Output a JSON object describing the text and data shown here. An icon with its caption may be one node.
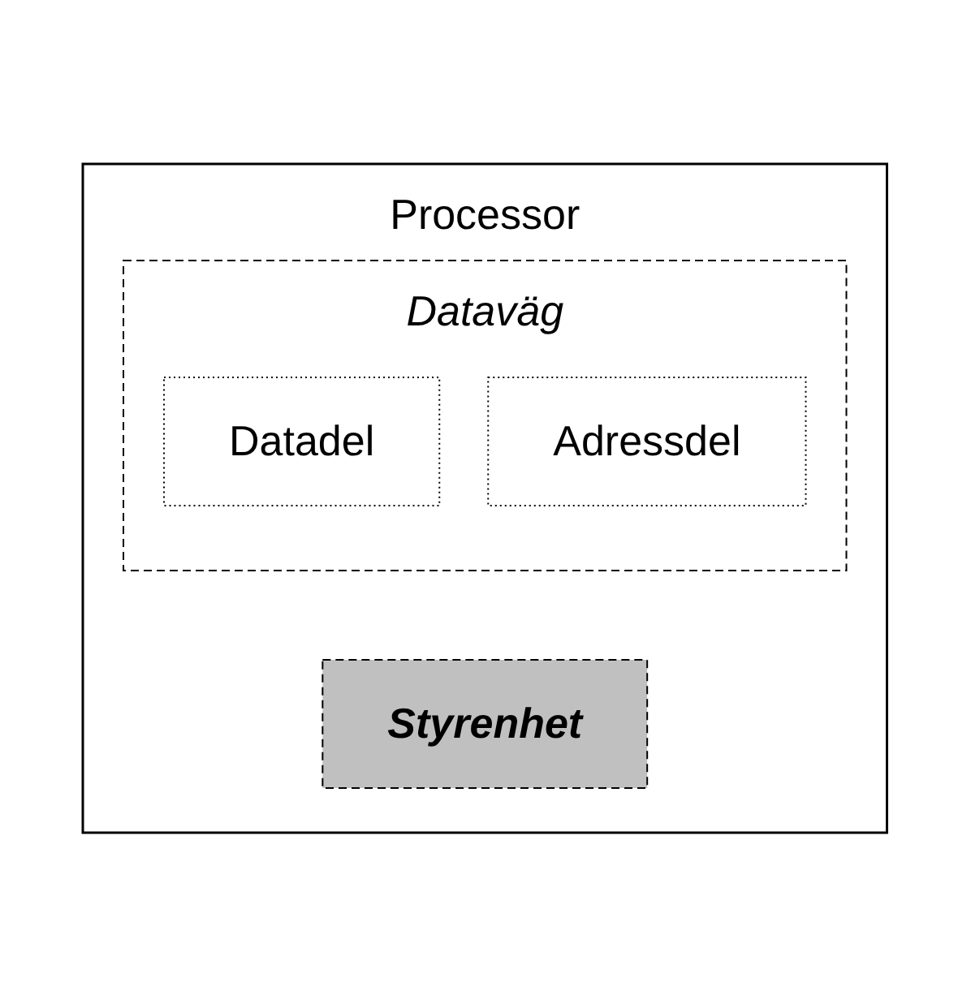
{
  "diagram": {
    "nodes": [
      {
        "text": [
          "Processor"
        ]
      },
      {
        "text": [
          "Dataväg"
        ],
        "in": 0
      },
      {
        "text": [
          "Datadel"
        ],
        "in": 1
      },
      {
        "text": [
          "Adressdel"
        ],
        "in": 1
      },
      {
        "text": [
          "Styrenhet"
        ],
        "in": 0
      }
    ]
  }
}
